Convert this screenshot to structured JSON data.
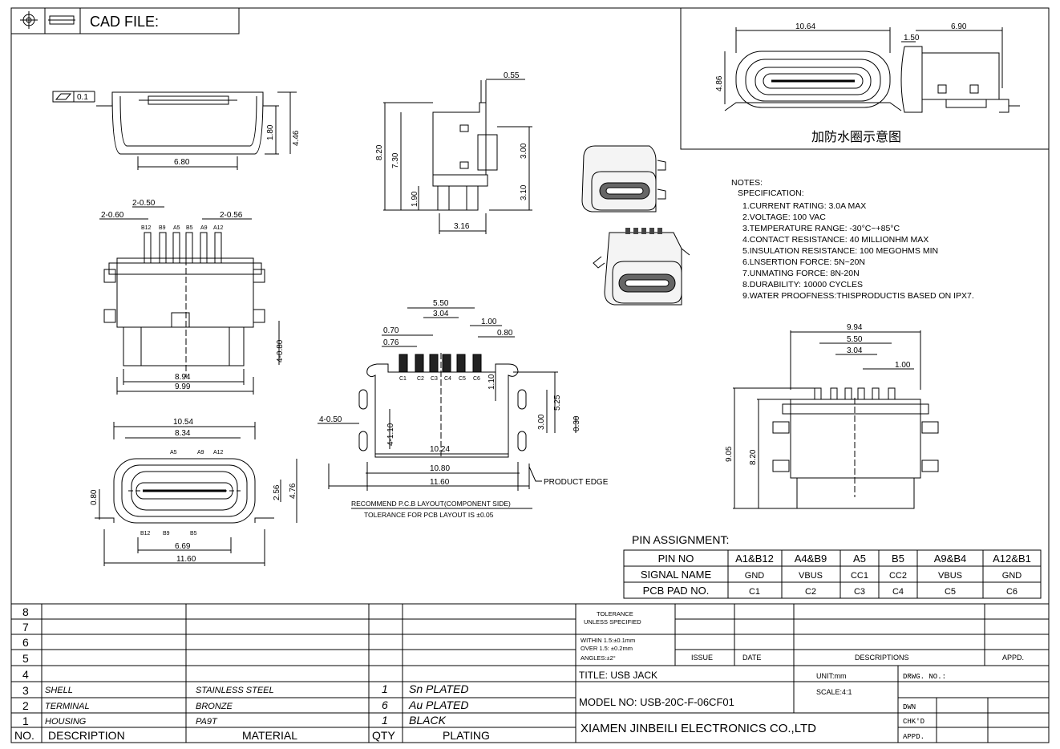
{
  "header": {
    "cad_file": "CAD FILE:"
  },
  "top_view": {
    "flatness": "0.1",
    "dims": [
      "6.80",
      "1.80",
      "4.46"
    ]
  },
  "side_view": {
    "dims": [
      "0.55",
      "8.20",
      "7.30",
      "3.00",
      "3.10",
      "1.90",
      "3.16"
    ]
  },
  "pin_view": {
    "dims": [
      "2-0.50",
      "2-0.60",
      "2-0.56",
      "8.94",
      "9.99",
      "4-0.80"
    ],
    "pins": [
      "B12",
      "B9",
      "A5",
      "B5",
      "A9",
      "A12"
    ]
  },
  "front_view": {
    "dims": [
      "10.54",
      "8.34",
      "0.80",
      "2.56",
      "4.76",
      "6.69",
      "11.60"
    ],
    "top_pins": [
      "A5",
      "A9",
      "A12"
    ],
    "bottom_pins": [
      "B12",
      "B9",
      "B5"
    ]
  },
  "pcb_layout": {
    "dims": [
      "5.50",
      "3.04",
      "1.00",
      "0.70",
      "0.80",
      "0.76",
      "1.10",
      "5.25",
      "3.00",
      "0.30",
      "4-0.50",
      "4-1.10",
      "10.24",
      "10.80",
      "11.60"
    ],
    "pads": [
      "C1",
      "C2",
      "C3",
      "C4",
      "C5",
      "C6"
    ],
    "product_edge": "PRODUCT EDGE",
    "caption1": "RECOMMEND P.C.B LAYOUT(COMPONENT SIDE)",
    "caption2": "TOLERANCE FOR PCB LAYOUT IS ±0.05"
  },
  "waterproof_box": {
    "dims": [
      "10.64",
      "6.90",
      "1.50",
      "4.86"
    ],
    "caption": "加防水圈示意图"
  },
  "notes": {
    "title": "NOTES:",
    "subtitle": "SPECIFICATION:",
    "items": [
      "1.CURRENT RATING: 3.0A MAX",
      "2.VOLTAGE: 100 VAC",
      "3.TEMPERATURE RANGE: -30°C~+85°C",
      "4.CONTACT RESISTANCE: 40 MILLIONHM MAX",
      "5.INSULATION RESISTANCE: 100 MEGOHMS MIN",
      "6.LNSERTION FORCE: 5N~20N",
      "7.UNMATING FORCE: 8N-20N",
      "8.DURABILITY: 10000 CYCLES",
      "9.WATER PROOFNESS:THISPRODUCTIS BASED ON IPX7."
    ]
  },
  "right_view": {
    "dims": [
      "9.94",
      "5.50",
      "3.04",
      "1.00",
      "9.05",
      "8.20"
    ]
  },
  "pin_assignment": {
    "title": "PIN ASSIGNMENT:",
    "row_labels": [
      "PIN NO",
      "SIGNAL NAME",
      "PCB PAD NO."
    ],
    "pin_no": [
      "A1&B12",
      "A4&B9",
      "A5",
      "B5",
      "A9&B4",
      "A12&B1"
    ],
    "signal": [
      "GND",
      "VBUS",
      "CC1",
      "CC2",
      "VBUS",
      "GND"
    ],
    "pad": [
      "C1",
      "C2",
      "C3",
      "C4",
      "C5",
      "C6"
    ]
  },
  "bom": {
    "row_numbers": [
      "8",
      "7",
      "6",
      "5",
      "4",
      "3",
      "2",
      "1"
    ],
    "rows": [
      {
        "desc": "SHELL",
        "material": "STAINLESS STEEL",
        "qty": "1",
        "plating": "Sn PLATED"
      },
      {
        "desc": "TERMINAL",
        "material": "BRONZE",
        "qty": "6",
        "plating": "Au PLATED"
      },
      {
        "desc": "HOUSING",
        "material": "PA9T",
        "qty": "1",
        "plating": "BLACK"
      }
    ],
    "header": {
      "no": "NO.",
      "desc": "DESCRIPTION",
      "material": "MATERIAL",
      "qty": "QTY",
      "plating": "PLATING"
    }
  },
  "title_block": {
    "tol_title1": "TOLERANCE",
    "tol_title2": "UNLESS SPECIFIED",
    "tol1": "WITHIN 1.5:±0.1mm",
    "tol2": "OVER 1.5: ±0.2mm",
    "tol3": "ANGLES:±2°",
    "issue": "ISSUE",
    "date": "DATE",
    "descriptions": "DESCRIPTIONS",
    "appd": "APPD.",
    "title": "TITLE: USB JACK",
    "unit": "UNIT:mm",
    "drwg_no": "DRWG. NO.:",
    "model": "MODEL NO: USB-20C-F-06CF01",
    "scale": "SCALE:4:1",
    "dwn": "DWN",
    "chkd": "CHK'D",
    "appd2": "APPD.",
    "company": "XIAMEN JINBEILI ELECTRONICS CO.,LTD"
  }
}
